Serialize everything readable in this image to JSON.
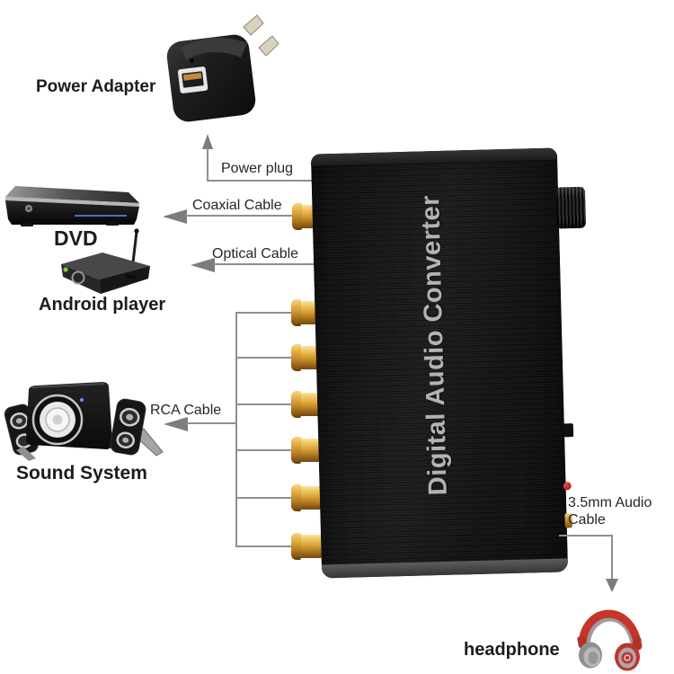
{
  "title": "Digital Audio Converter connection diagram",
  "device": {
    "name_label": "Digital Audio Converter",
    "features": [
      "volume-knob",
      "side-switch",
      "red-led",
      "3.5mm-jack",
      "coaxial-input-jack",
      "rca-output-jacks"
    ],
    "rca_jack_count": 6
  },
  "labels": {
    "power_adapter": "Power Adapter",
    "power_plug": "Power plug",
    "coaxial_cable": "Coaxial Cable",
    "dvd": "DVD",
    "optical_cable": "Optical Cable",
    "android_player": "Android player",
    "rca_cable": "RCA Cable",
    "sound_system": "Sound System",
    "audio_cable_line1": "3.5mm Audio",
    "audio_cable_line2": "Cable",
    "headphone": "headphone"
  },
  "icons": {
    "power_adapter": "usb-wall-charger",
    "dvd": "dvd-player",
    "android_player": "set-top-box-with-antenna",
    "sound_system": "2.1-speaker-set",
    "headphone": "red-on-ear-headphones"
  },
  "colors": {
    "background": "#ffffff",
    "device_body": "#171717",
    "device_text": "#b3b3b3",
    "device_bottom_band": "#4d4d4d",
    "connector_gold": "#d89d33",
    "line_gray": "#8f8f8f",
    "arrow_gray": "#7c7c7c",
    "label_text": "#1c1c1c",
    "headphone_red": "#c6352c",
    "led_red": "#a11a0e"
  }
}
